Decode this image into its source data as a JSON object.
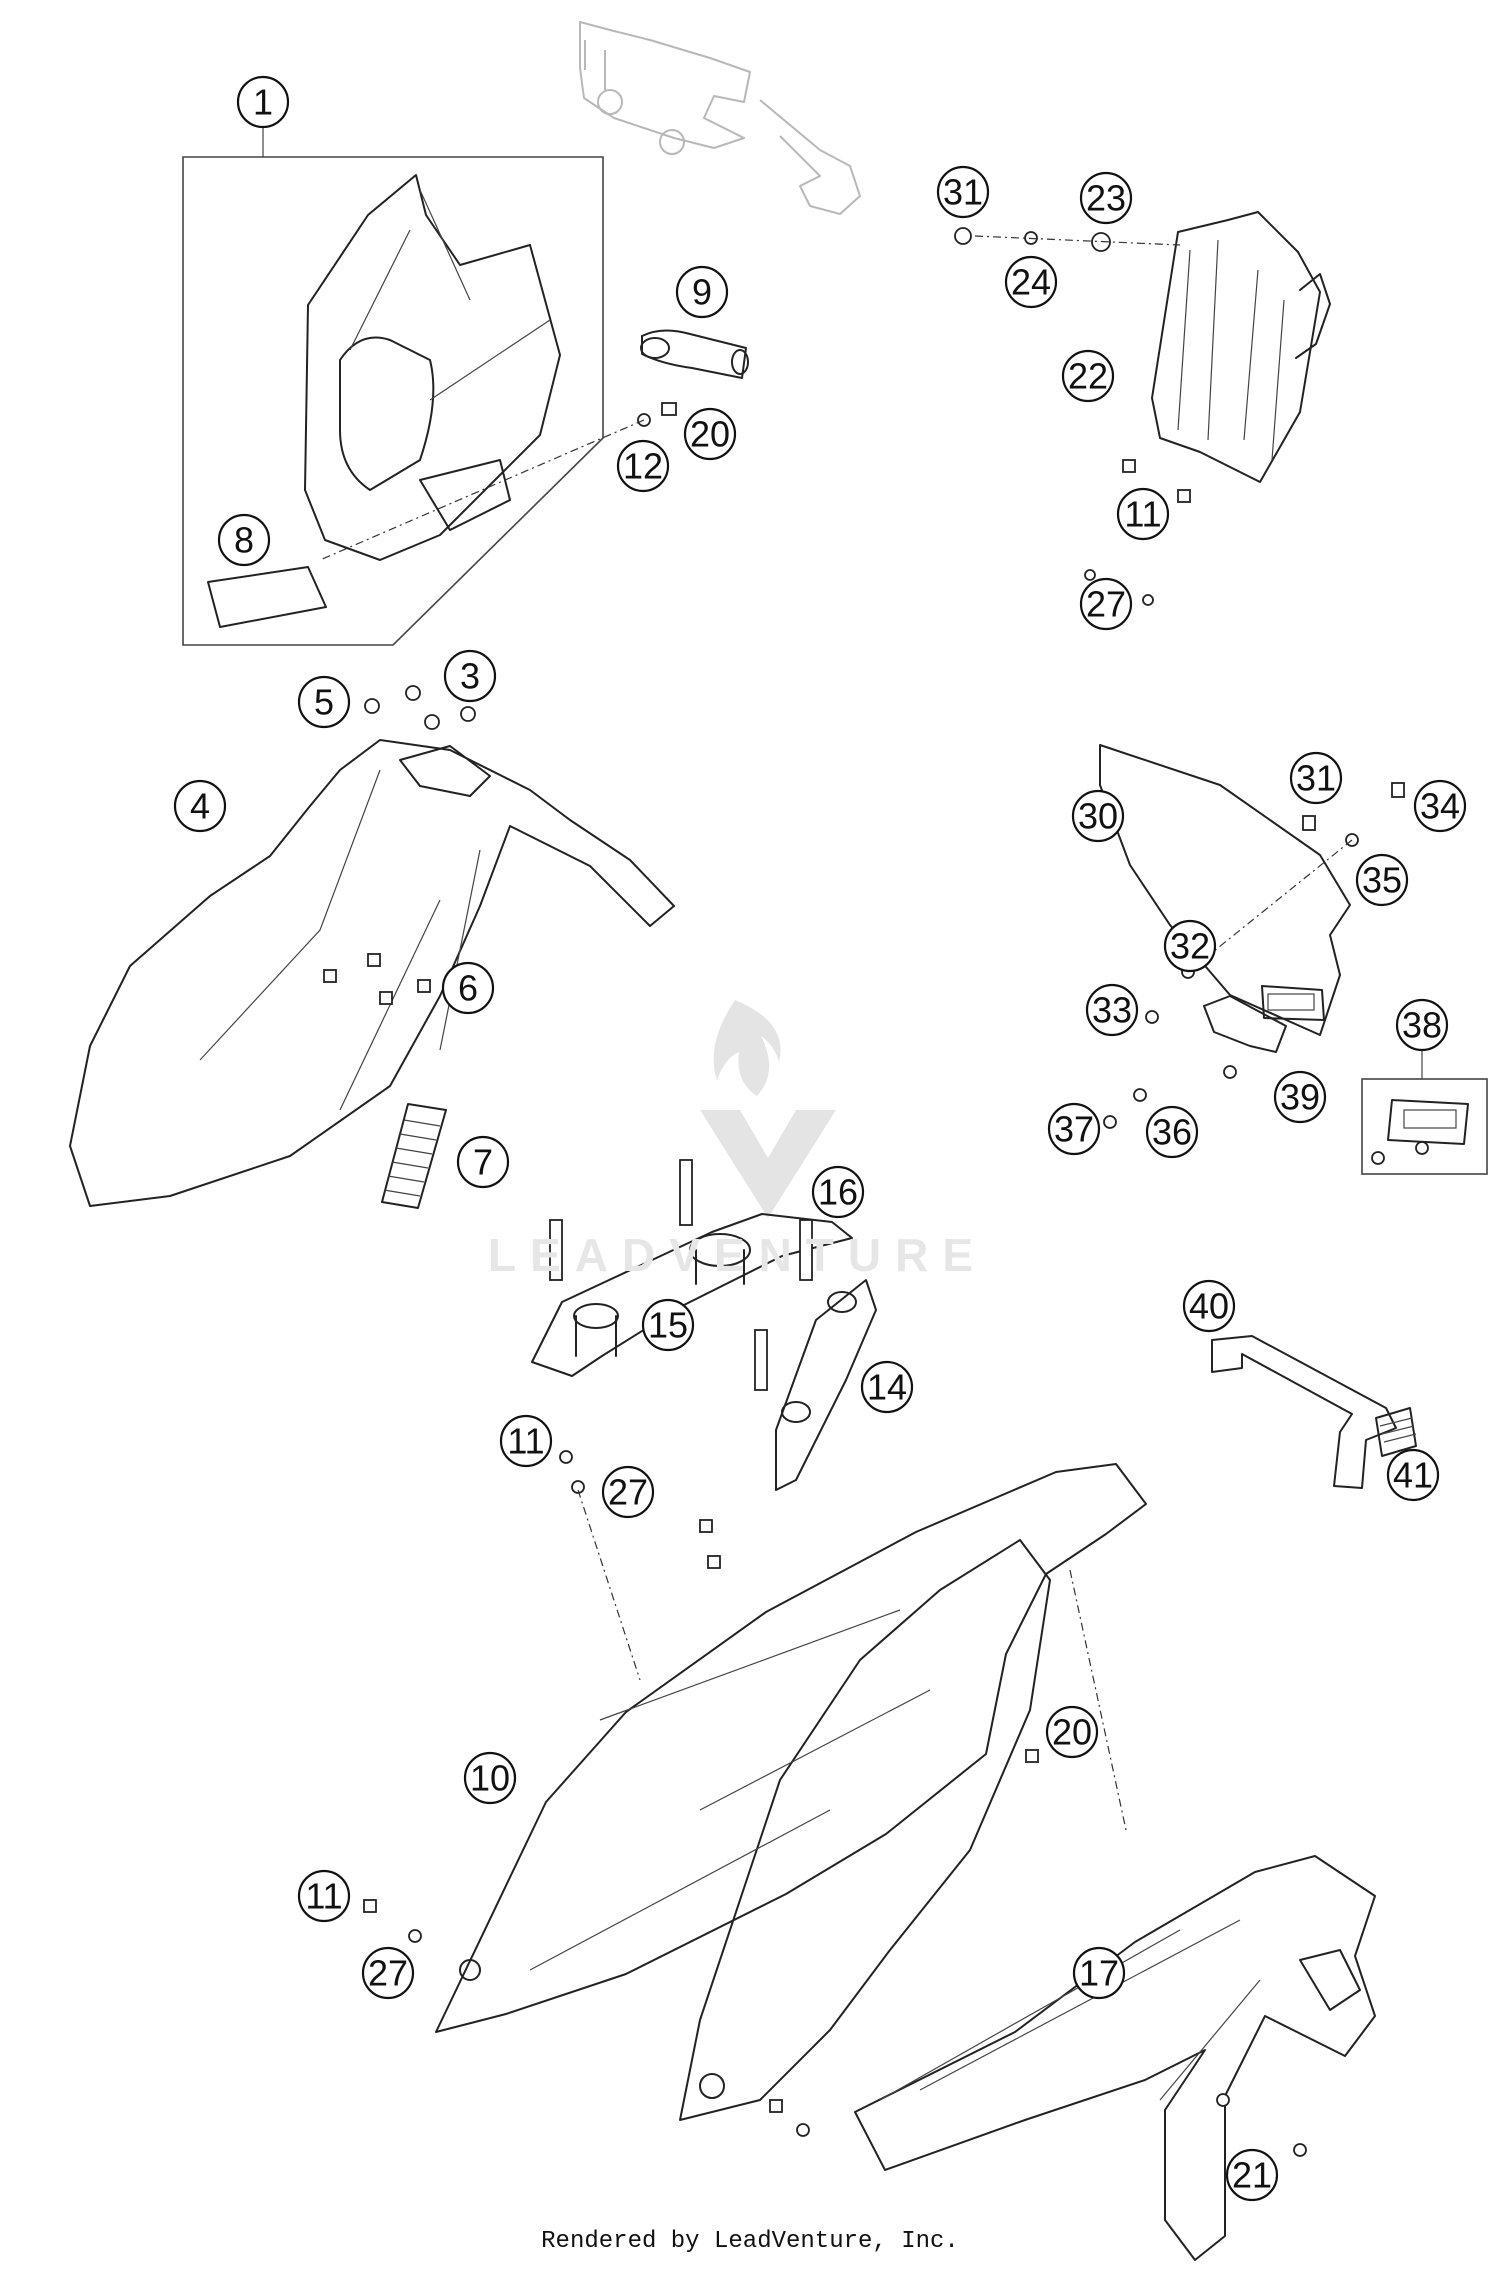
{
  "diagram": {
    "watermark": "LEADVENTURE",
    "credit": "Rendered by LeadVenture, Inc.",
    "callouts": [
      {
        "id": "c1",
        "label": "1"
      },
      {
        "id": "c8",
        "label": "8"
      },
      {
        "id": "c9",
        "label": "9"
      },
      {
        "id": "c20a",
        "label": "20"
      },
      {
        "id": "c12",
        "label": "12"
      },
      {
        "id": "c31a",
        "label": "31"
      },
      {
        "id": "c23",
        "label": "23"
      },
      {
        "id": "c24",
        "label": "24"
      },
      {
        "id": "c22",
        "label": "22"
      },
      {
        "id": "c11a",
        "label": "11"
      },
      {
        "id": "c27a",
        "label": "27"
      },
      {
        "id": "c5",
        "label": "5"
      },
      {
        "id": "c3",
        "label": "3"
      },
      {
        "id": "c4",
        "label": "4"
      },
      {
        "id": "c6",
        "label": "6"
      },
      {
        "id": "c7",
        "label": "7"
      },
      {
        "id": "c30",
        "label": "30"
      },
      {
        "id": "c31b",
        "label": "31"
      },
      {
        "id": "c34",
        "label": "34"
      },
      {
        "id": "c35",
        "label": "35"
      },
      {
        "id": "c32",
        "label": "32"
      },
      {
        "id": "c33",
        "label": "33"
      },
      {
        "id": "c38",
        "label": "38"
      },
      {
        "id": "c39",
        "label": "39"
      },
      {
        "id": "c37",
        "label": "37"
      },
      {
        "id": "c36",
        "label": "36"
      },
      {
        "id": "c16",
        "label": "16"
      },
      {
        "id": "c15",
        "label": "15"
      },
      {
        "id": "c14",
        "label": "14"
      },
      {
        "id": "c40",
        "label": "40"
      },
      {
        "id": "c41",
        "label": "41"
      },
      {
        "id": "c11b",
        "label": "11"
      },
      {
        "id": "c27b",
        "label": "27"
      },
      {
        "id": "c10",
        "label": "10"
      },
      {
        "id": "c20b",
        "label": "20"
      },
      {
        "id": "c11c",
        "label": "11"
      },
      {
        "id": "c27c",
        "label": "27"
      },
      {
        "id": "c17",
        "label": "17"
      },
      {
        "id": "c21",
        "label": "21"
      }
    ]
  }
}
